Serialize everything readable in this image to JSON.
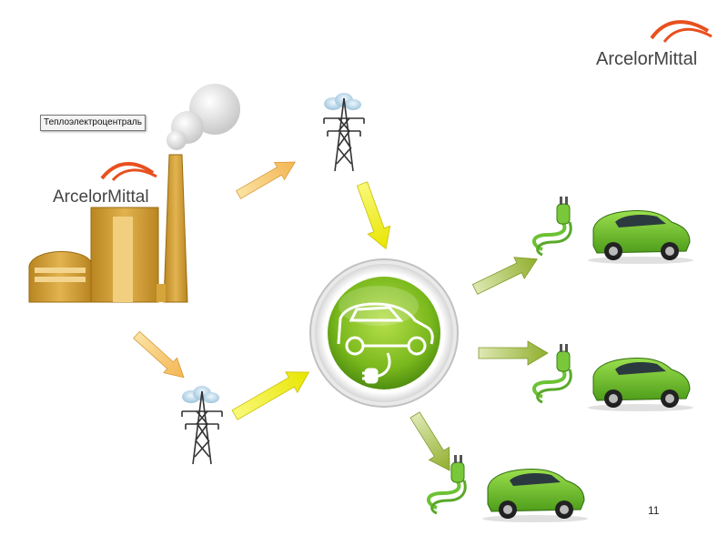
{
  "logo_top": {
    "text": "ArcelorMittal"
  },
  "plant": {
    "label": "Теплоэлектроцентраль",
    "logo_text": "ArcelorMittal"
  },
  "page_number": "11",
  "colors": {
    "brand_orange": "#e8501e",
    "plant_gold": "#c9952a",
    "arrow_yellow": "#f2f000",
    "arrow_orange_light": "#f7c46c",
    "arrow_green": "#a8c24a",
    "car_green": "#6cc234",
    "hub_green": "#7fbf1f"
  }
}
